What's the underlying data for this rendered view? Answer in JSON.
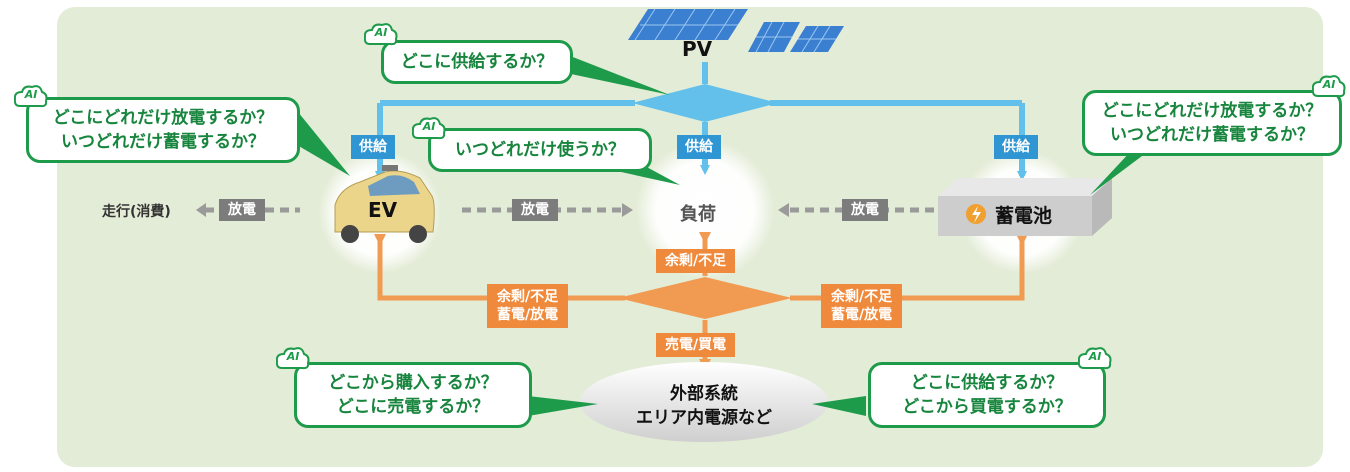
{
  "colors": {
    "panel": "#e3ecd6",
    "supply_blue": "#62c0ea",
    "supply_label": "#2f95d3",
    "flow_orange": "#f19a52",
    "discharge_gray": "#7c7c7c",
    "bubble_green": "#1e9a4b"
  },
  "nodes": {
    "pv": "PV",
    "ev": "EV",
    "load": "負荷",
    "battery": "蓄電池",
    "grid_line1": "外部系統",
    "grid_line2": "エリア内電源など"
  },
  "labels": {
    "supply_ev": "供給",
    "supply_load": "供給",
    "supply_battery": "供給",
    "discharge_drive": "放電",
    "discharge_ev_load": "放電",
    "discharge_battery_load": "放電",
    "load_balance": "余剰/不足",
    "ev_flow_1": "余剰/不足",
    "ev_flow_2": "蓄電/放電",
    "battery_flow_1": "余剰/不足",
    "battery_flow_2": "蓄電/放電",
    "grid_trade": "売電/買電",
    "driving": "走行(消費)"
  },
  "bubbles": {
    "pv": {
      "ai": "AI",
      "line1": "どこに供給するか？"
    },
    "ev": {
      "ai": "AI",
      "line1": "どこにどれだけ放電するか？",
      "line2": "いつどれだけ蓄電するか？"
    },
    "load": {
      "ai": "AI",
      "line1": "いつどれだけ使うか？"
    },
    "battery": {
      "ai": "AI",
      "line1": "どこにどれだけ放電するか？",
      "line2": "いつどれだけ蓄電するか？"
    },
    "grid_left": {
      "ai": "AI",
      "line1": "どこから購入するか？",
      "line2": "どこに売電するか？"
    },
    "grid_right": {
      "ai": "AI",
      "line1": "どこに供給するか？",
      "line2": "どこから買電するか？"
    }
  }
}
